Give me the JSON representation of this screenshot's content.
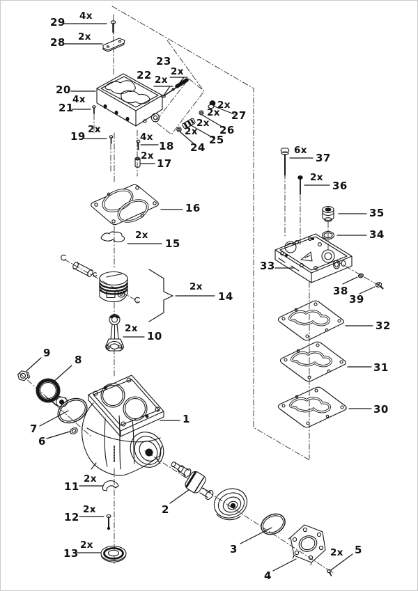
{
  "figure": {
    "type": "exploded-parts-diagram",
    "background_color": "#ffffff",
    "line_color": "#141414",
    "callout_range": "1-39"
  },
  "callouts": [
    {
      "number": "29",
      "qty": "4x"
    },
    {
      "number": "28",
      "qty": "2x"
    },
    {
      "number": "20",
      "qty": null
    },
    {
      "number": "21",
      "qty": "4x"
    },
    {
      "number": "19",
      "qty": "2x"
    },
    {
      "number": "18",
      "qty": "4x"
    },
    {
      "number": "17",
      "qty": "2x"
    },
    {
      "number": "22",
      "qty": "2x"
    },
    {
      "number": "23",
      "qty": "2x"
    },
    {
      "number": "24",
      "qty": "2x"
    },
    {
      "number": "25",
      "qty": "2x"
    },
    {
      "number": "26",
      "qty": "2x"
    },
    {
      "number": "27",
      "qty": "2x"
    },
    {
      "number": "16",
      "qty": null
    },
    {
      "number": "15",
      "qty": "2x"
    },
    {
      "number": "14",
      "qty": "2x"
    },
    {
      "number": "10",
      "qty": "2x"
    },
    {
      "number": "9",
      "qty": null
    },
    {
      "number": "8",
      "qty": null
    },
    {
      "number": "7",
      "qty": null
    },
    {
      "number": "6",
      "qty": null
    },
    {
      "number": "1",
      "qty": null
    },
    {
      "number": "11",
      "qty": "2x"
    },
    {
      "number": "12",
      "qty": "2x"
    },
    {
      "number": "13",
      "qty": "2x"
    },
    {
      "number": "2",
      "qty": null
    },
    {
      "number": "3",
      "qty": null
    },
    {
      "number": "4",
      "qty": null
    },
    {
      "number": "5",
      "qty": "2x"
    },
    {
      "number": "30",
      "qty": null
    },
    {
      "number": "31",
      "qty": null
    },
    {
      "number": "32",
      "qty": null
    },
    {
      "number": "33",
      "qty": null
    },
    {
      "number": "34",
      "qty": null
    },
    {
      "number": "35",
      "qty": null
    },
    {
      "number": "36",
      "qty": "2x"
    },
    {
      "number": "37",
      "qty": "6x"
    },
    {
      "number": "38",
      "qty": null
    },
    {
      "number": "39",
      "qty": null
    }
  ]
}
